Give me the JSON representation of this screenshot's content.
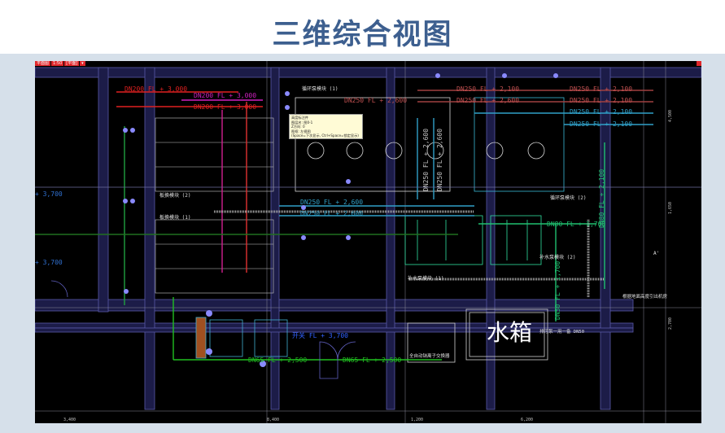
{
  "slide": {
    "title": "三维综合视图"
  },
  "cad": {
    "tabs": [
      "平面图",
      "1:50",
      "[平面]",
      "▾"
    ],
    "tooltip": [
      "高度标注件",
      "图层名: 图0-1",
      "Z方向: 0",
      "图框: 左视图",
      "(Space=下次显示, Ctrl+Space=锁定显示)"
    ],
    "labels": {
      "dn200_a": "DN200 FL + 3,000",
      "dn200_b": "DN200 FL + 3,000",
      "dn200_c": "DN200 FL + 3,000",
      "pump_module_1": "循环泵模块 (1)",
      "pump_module_2": "循环泵模块 (2)",
      "plate_module_2": "板换模块 (2)",
      "plate_module_1": "板换模块 (1)",
      "dn250_r1": "DN250 FL + 2,100",
      "dn250_r2": "DN250 FL + 2,600",
      "dn250_r3": "DN250 FL + 2,100",
      "dn250_r4": "DN250 FL + 2,100",
      "dn250_r5": "DN250 FL + 2,100",
      "dn250_r6": "DN250 FL + 2,100",
      "dn250_r7": "DN250 FL + 2,600",
      "dn250_c1": "DN250 FL + 2,600",
      "dn250_c2": "DN250 FL + 2,600",
      "dn250_v1": "DN250 FL + 2,600",
      "dn250_v2": "DN250 FL + 2,600",
      "dn80_h": "DN80 FL + 1,700",
      "dn80_v": "DN80 FL + 2,100",
      "dn50_v": "DN50 FL + 1,700",
      "makeup_module_2": "补水泵模块 (2)",
      "makeup_module_1": "补水泵模块 (1)",
      "water_tank": "水箱",
      "sewage_pump": "排污泵一用一备 DN50",
      "softener": "全自动钠离子交换器",
      "dn65_a": "DN65 FL + 2,500",
      "dn65_b": "DN65 FL + 2,500",
      "switch": "开关 FL + 3,700",
      "riser_note": "根据地面高度引出机房",
      "left_level_1": "+ 3,700",
      "left_level_2": "+ 3,700",
      "section_mark": "A'"
    },
    "dimensions": {
      "bottom": [
        "3,400",
        "8,400",
        "1,200",
        "6,200"
      ],
      "right": [
        "4,500",
        "1,650",
        "2,700"
      ]
    }
  }
}
